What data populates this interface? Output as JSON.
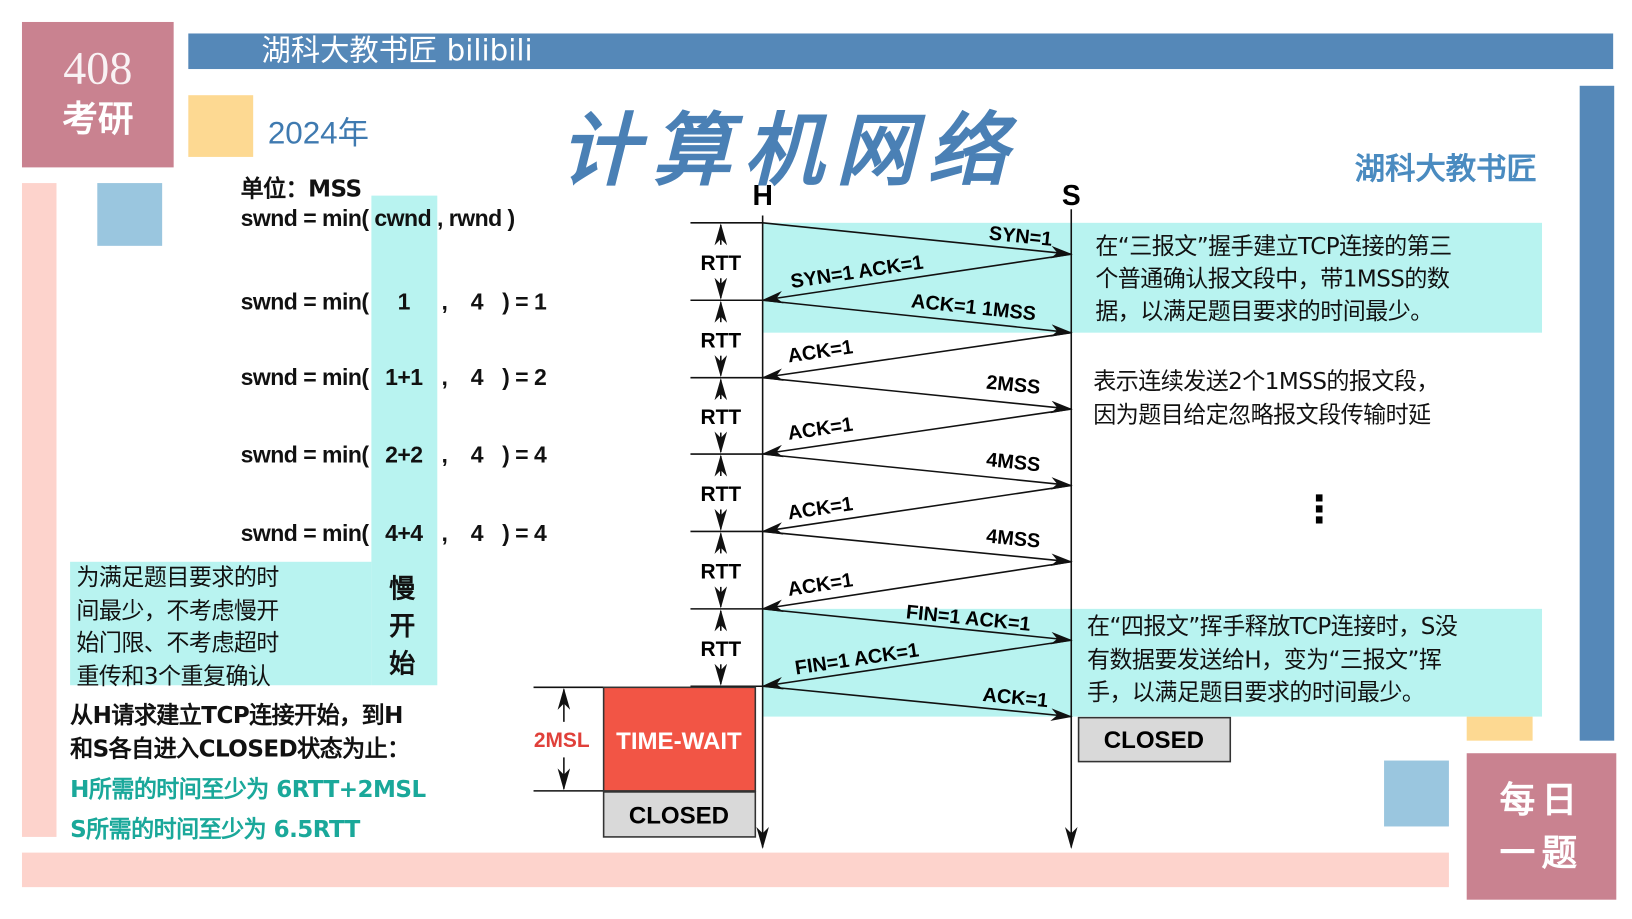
{
  "colors": {
    "pink_block": "#c98290",
    "blue_bar": "#5588b8",
    "yellow": "#fdd992",
    "light_blue": "#9ac6df",
    "light_pink": "#fdd3cc",
    "cyan": "#b8f3f0",
    "teal_text": "#1aa89a",
    "time_wait_red": "#f25545",
    "closed_gray": "#d9d9d9",
    "title_blue": "#4a80b5"
  },
  "badge": {
    "number": "408",
    "label": "考研",
    "watermark": "湖科大教书匠 bilibili"
  },
  "year": "2024年",
  "title": "计算机网络",
  "author": "湖科大教书匠",
  "daily": {
    "line1": "每日",
    "line2": "一题"
  },
  "left": {
    "unit": "单位：MSS",
    "formula": {
      "prefix": "swnd = min(",
      "cwnd": "cwnd",
      "suffix": ", rwnd )"
    },
    "rows": [
      {
        "prefix": "swnd = min(",
        "cwnd": "1",
        "comma": ",",
        "rwnd": "4",
        "result": ") = 1"
      },
      {
        "prefix": "swnd = min(",
        "cwnd": "1+1",
        "comma": ",",
        "rwnd": "4",
        "result": ") = 2"
      },
      {
        "prefix": "swnd = min(",
        "cwnd": "2+2",
        "comma": ",",
        "rwnd": "4",
        "result": ") = 4"
      },
      {
        "prefix": "swnd = min(",
        "cwnd": "4+4",
        "comma": ",",
        "rwnd": "4",
        "result": ") = 4"
      }
    ],
    "slow_start": [
      "慢",
      "开",
      "始"
    ],
    "note": [
      "为满足题目要求的时",
      "间最少，不考虑慢开",
      "始门限、不考虑超时",
      "重传和3个重复确认"
    ],
    "question": [
      "从H请求建立TCP连接开始，到H",
      "和S各自进入CLOSED状态为止："
    ],
    "answers": [
      "H所需的时间至少为 6RTT+2MSL",
      "S所需的时间至少为 6.5RTT"
    ]
  },
  "diagram": {
    "host_h": "H",
    "host_s": "S",
    "rtt": "RTT",
    "msl": "2MSL",
    "time_wait": "TIME-WAIT",
    "closed_h": "CLOSED",
    "closed_s": "CLOSED",
    "labels": [
      "SYN=1",
      "SYN=1  ACK=1",
      "ACK=1   1MSS",
      "ACK=1",
      "2MSS",
      "ACK=1",
      "4MSS",
      "ACK=1",
      "4MSS",
      "ACK=1",
      "FIN=1  ACK=1",
      "FIN=1  ACK=1",
      "ACK=1"
    ],
    "note_handshake": [
      "在“三报文”握手建立TCP连接的第三",
      "个普通确认报文段中，带1MSS的数",
      "据，以满足题目要求的时间最少。"
    ],
    "note_burst": [
      "表示连续发送2个1MSS的报文段，",
      "因为题目给定忽略报文段传输时延"
    ],
    "ellipsis": "⋮",
    "note_teardown": [
      "在“四报文”挥手释放TCP连接时，S没",
      "有数据要发送给H，变为“三报文”挥",
      "手，以满足题目要求的时间最少。"
    ]
  }
}
